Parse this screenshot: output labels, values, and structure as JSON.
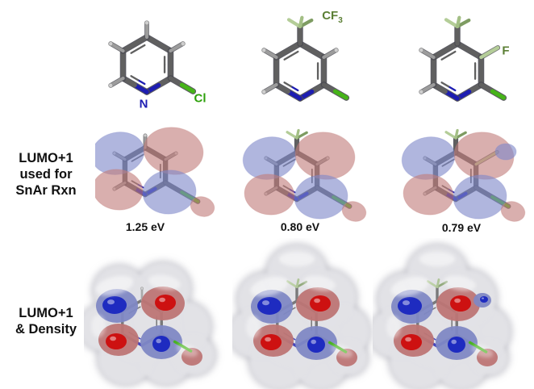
{
  "row_labels": {
    "lumo": [
      "LUMO+1",
      "used for",
      "SnAr Rxn"
    ],
    "density": [
      "LUMO+1",
      "& Density"
    ]
  },
  "atom_labels": {
    "n": "N",
    "cl": "Cl",
    "cf3_base": "CF",
    "cf3_sub": "3",
    "f": "F"
  },
  "energies": [
    "1.25 eV",
    "0.80 eV",
    "0.79 eV"
  ],
  "colors": {
    "nitrogen": "#1d1db2",
    "chlorine_label": "#2da00a",
    "chlorine_bond": "#46b418",
    "substituent_label": "#5b7f35",
    "carbon_bond": "#606060",
    "hydrogen": "#9c9c9c",
    "fluorine_bond": "#b4cd98",
    "orbital_blue": "#8089c9",
    "orbital_red": "#c27e7c",
    "lobe_blue_outer": "#7f88c4",
    "lobe_blue_core": "#1e2bc0",
    "lobe_red_outer": "#bd7575",
    "lobe_red_core": "#cd1111",
    "density_surface": "#e2e2e6",
    "density_rim": "#b9b9c2",
    "text": "#111111"
  }
}
